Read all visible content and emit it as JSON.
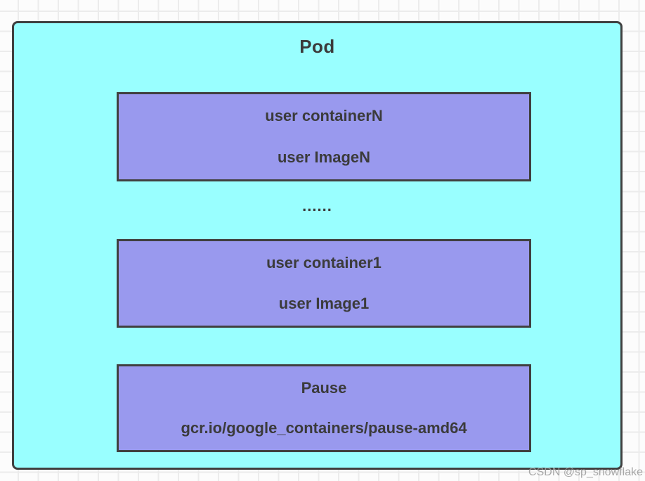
{
  "diagram": {
    "title": "Pod",
    "ellipsis": "......",
    "boxes": [
      {
        "title": "user containerN",
        "subtitle": "user ImageN"
      },
      {
        "title": "user container1",
        "subtitle": "user Image1"
      },
      {
        "title": "Pause",
        "subtitle": "gcr.io/google_containers/pause-amd64"
      }
    ]
  },
  "watermark": "CSDN @sp_snowflake",
  "colors": {
    "pod_fill": "#99ffff",
    "container_fill": "#9999ee",
    "border": "#404040",
    "text": "#3b3b3b",
    "grid_line": "#ececec",
    "watermark_text": "#9e9e9e"
  }
}
